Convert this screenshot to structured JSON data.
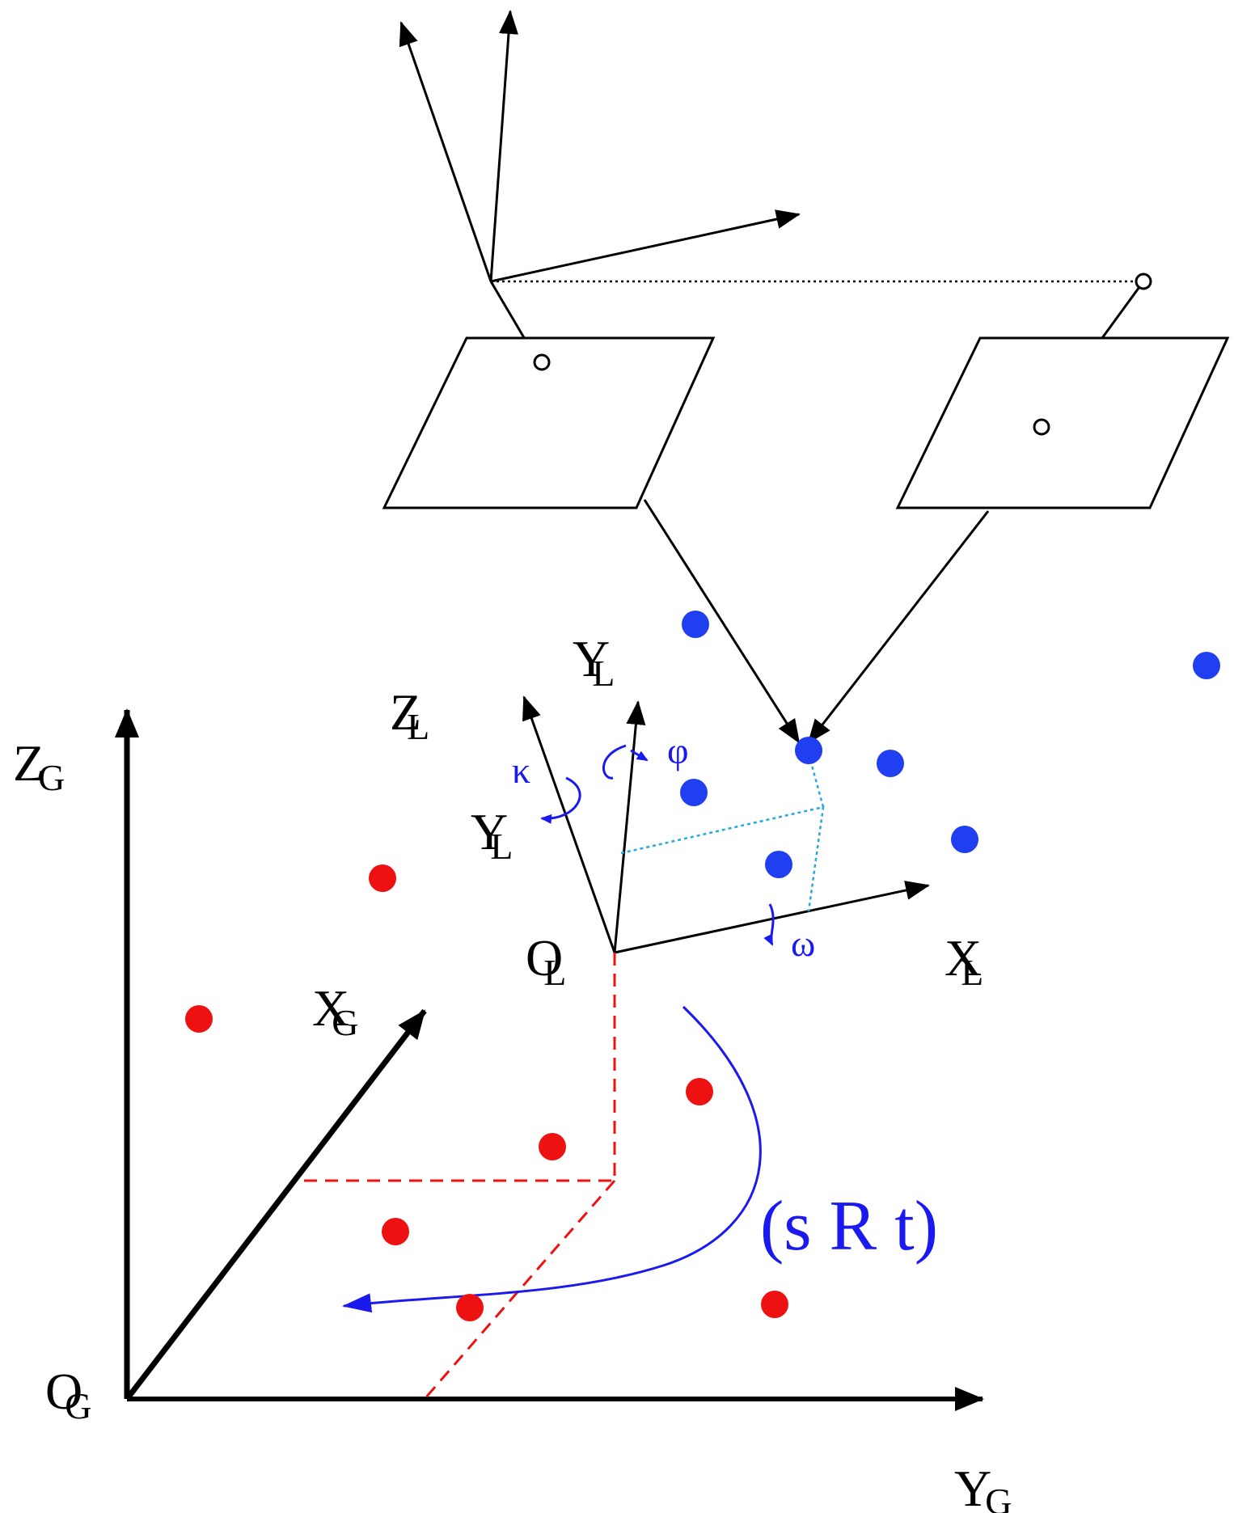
{
  "labels": {
    "global_axes": {
      "z": {
        "main": "Z",
        "sub": "G"
      },
      "x": {
        "main": "X",
        "sub": "G"
      },
      "y": {
        "main": "Y",
        "sub": "G"
      },
      "origin": {
        "main": "O",
        "sub": "G"
      }
    },
    "local_axes": {
      "y_top": {
        "main": "Y",
        "sub": "L"
      },
      "z": {
        "main": "Z",
        "sub": "L"
      },
      "y_side": {
        "main": "Y",
        "sub": "L"
      },
      "x": {
        "main": "X",
        "sub": "L"
      },
      "origin": {
        "main": "O",
        "sub": "L"
      }
    },
    "rotations": {
      "kappa": "κ",
      "phi": "φ",
      "omega": "ω"
    },
    "transform": "(s R t)"
  },
  "colors": {
    "axes": "#000000",
    "local_points": "#1f3ff0",
    "global_points": "#ee1111",
    "transform_arrow": "#1a1aee",
    "projection_lines": "#22aadd",
    "global_projection": "#ee1111"
  }
}
